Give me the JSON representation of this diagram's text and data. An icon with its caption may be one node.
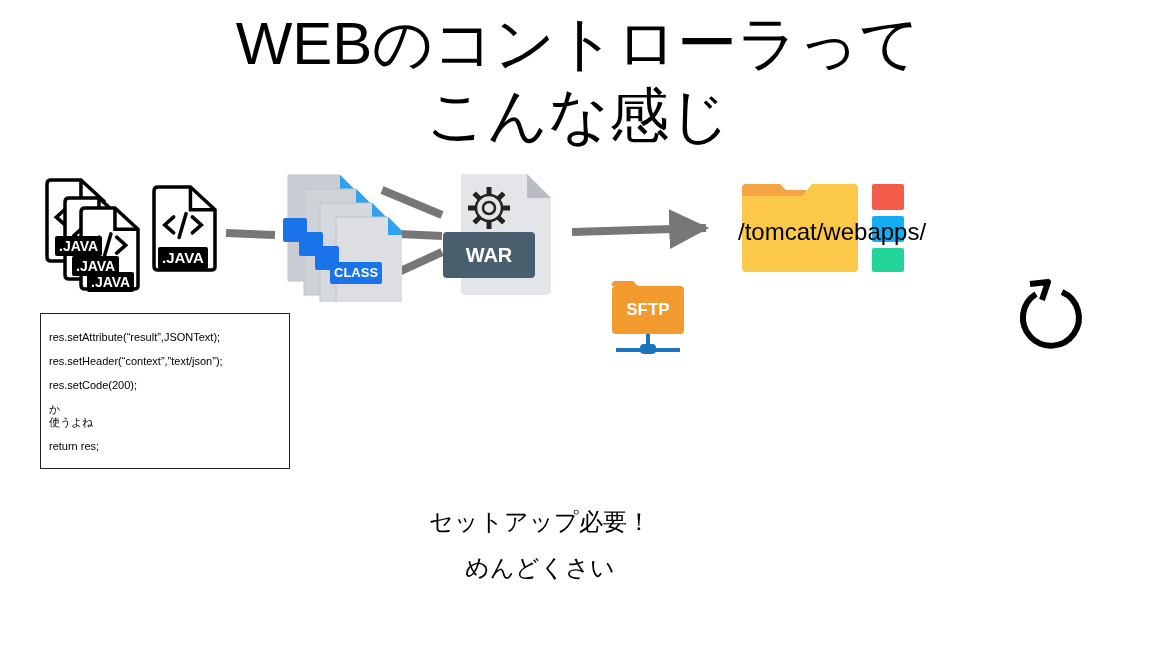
{
  "diagram": {
    "title": "WEBのコントローラってこんな感じ",
    "nodes": [
      {
        "text": [
          ".JAVA",
          ".JAVA",
          ".JAVA"
        ]
      },
      {
        "text": [
          ".JAVA"
        ]
      },
      {
        "text": [
          "CLASS"
        ]
      },
      {
        "text": [
          "WAR"
        ]
      },
      {
        "text": [
          "/tomcat/webapps/"
        ]
      },
      {
        "text": [
          "SFTP"
        ]
      },
      {
        "text": [
          "res.setAttribute(“result”,JSONText);",
          "res.setHeader(“context”,”text/json”);",
          "res.setCode(200);",
          "か",
          "使うよね",
          "return res;"
        ]
      }
    ],
    "edges": [
      {
        "from": 1,
        "to": 2,
        "arrow": "none"
      },
      {
        "from": 2,
        "to": 3,
        "arrow": "none"
      },
      {
        "from": 2,
        "to": 3,
        "arrow": "none"
      },
      {
        "from": 2,
        "to": 3,
        "arrow": "none"
      },
      {
        "from": 3,
        "to": 4,
        "arrow": "to"
      }
    ],
    "labels": [
      "セットアップ必要！",
      "めんどくさい"
    ]
  }
}
